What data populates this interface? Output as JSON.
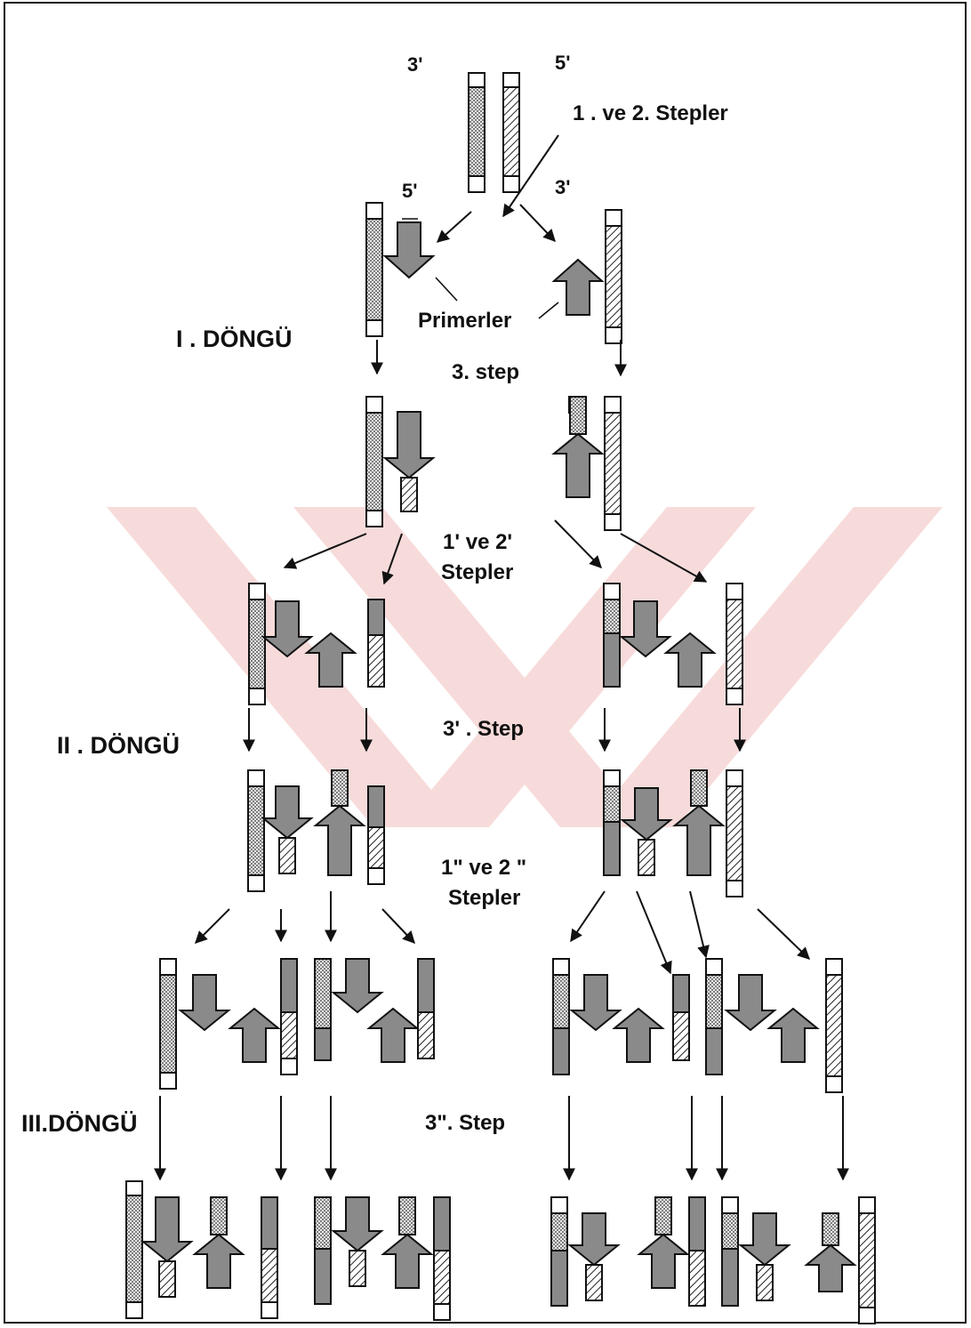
{
  "cycles": {
    "cycle1": "I . DÖNGÜ",
    "cycle2": "II . DÖNGÜ",
    "cycle3": "III.DÖNGÜ"
  },
  "steps": {
    "steps_1_2": "1 . ve 2. Stepler",
    "step_3": "3. step",
    "steps_1p_2p_line1": "1' ve 2'",
    "steps_1p_2p_line2": "Stepler",
    "step_3p": "3' . Step",
    "steps_1pp_2pp_line1": "1\" ve 2 \"",
    "steps_1pp_2pp_line2": "Stepler",
    "step_3pp": "3\". Step"
  },
  "labels": {
    "primers": "Primerler",
    "top_left_end": "3'",
    "top_right_end": "5'",
    "mid_left_end": "5'",
    "mid_right_end": "3'"
  },
  "colors": {
    "strand_outline": "#111111",
    "primer_fill": "#8a8a8a",
    "watermark": "#f2c6c6"
  }
}
